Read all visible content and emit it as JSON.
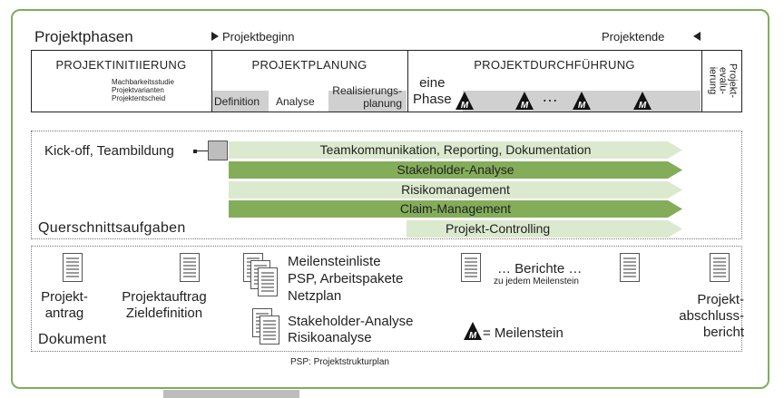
{
  "phases": {
    "title": "Projektphasen",
    "start_marker": "Projektbeginn",
    "end_marker": "Projektende",
    "initiation": {
      "title": "PROJEKTINITIIERUNG",
      "items": [
        "Machbarkeitsstudie",
        "Projektvarianten",
        "Projektentscheid"
      ]
    },
    "planning": {
      "title": "PROJEKTPLANUNG",
      "sub": [
        "Definition",
        "Analyse",
        "Realisierungs-",
        "planung"
      ]
    },
    "execution": {
      "title": "PROJEKTDURCHFÜHRUNG",
      "phase_label_1": "eine",
      "phase_label_2": "Phase",
      "ellipsis": "…"
    },
    "evaluation": [
      "Projekt-",
      "evalu-",
      "ierung"
    ]
  },
  "cross": {
    "title": "Querschnittsaufgaben",
    "kickoff": "Kick-off, Teambildung",
    "bars": [
      {
        "label": "Teamkommunikation, Reporting, Dokumentation",
        "color": "#dbe9cf"
      },
      {
        "label": "Stakeholder-Analyse",
        "color": "#84ad5a"
      },
      {
        "label": "Risikomanagement",
        "color": "#dbe9cf"
      },
      {
        "label": "Claim-Management",
        "color": "#84ad5a"
      },
      {
        "label": "Projekt-Controlling",
        "color": "#dbe9cf"
      }
    ]
  },
  "documents": {
    "title": "Dokument",
    "antrag": [
      "Projekt-",
      "antrag"
    ],
    "auftrag": [
      "Projektauftrag",
      "Zieldefinition"
    ],
    "plan_list": [
      "Meilensteinliste",
      "PSP, Arbeitspakete",
      "Netzplan"
    ],
    "stakeholder": [
      "Stakeholder-Analyse",
      "Risikoanalyse"
    ],
    "reports": "… Berichte …",
    "reports_sub": "zu jedem Meilenstein",
    "legend": "= Meilenstein",
    "legend_icon_letter": "M",
    "final": [
      "Projekt-",
      "abschluss-",
      "bericht"
    ]
  },
  "footnote": "PSP: Projektstrukturplan",
  "colors": {
    "frame": "#7fae5a",
    "light_green": "#dbe9cf",
    "dark_green": "#84ad5a",
    "gray": "#d0d0d0"
  }
}
